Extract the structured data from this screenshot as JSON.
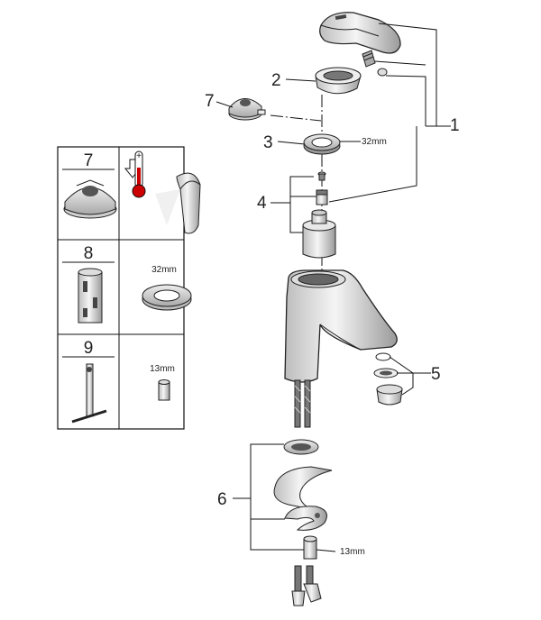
{
  "callouts": {
    "c1": "1",
    "c2": "2",
    "c3": "3",
    "c4": "4",
    "c5": "5",
    "c6": "6",
    "c7": "7"
  },
  "dimensions": {
    "nut_size": "32mm",
    "fitting_size": "13mm"
  },
  "spare_parts_table": {
    "rows": [
      {
        "number": "7",
        "detail_label": ""
      },
      {
        "number": "8",
        "detail_label": "32mm"
      },
      {
        "number": "9",
        "detail_label": "13mm"
      }
    ]
  },
  "colors": {
    "line": "#111111",
    "part_fill": "#d9d9d9",
    "part_dark": "#555555",
    "thermo_red": "#cc0000"
  }
}
